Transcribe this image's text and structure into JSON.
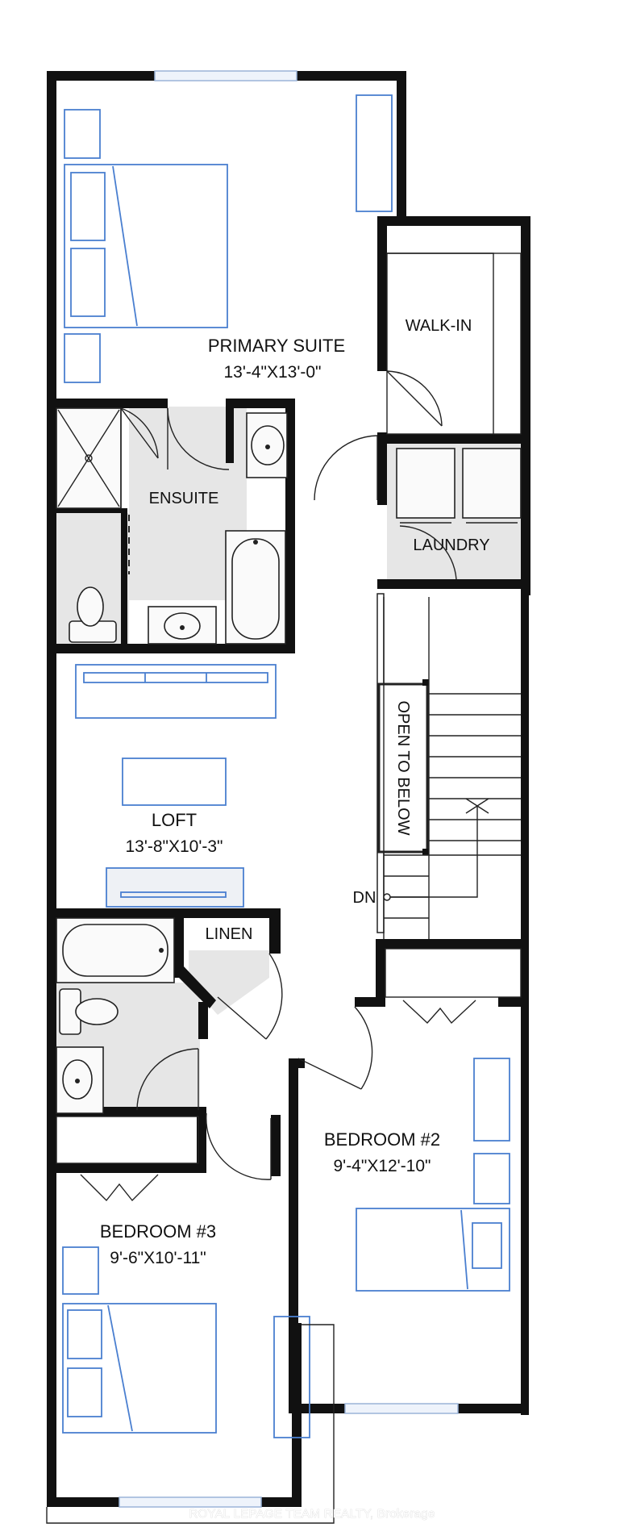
{
  "rooms": {
    "primary_suite": {
      "name": "PRIMARY SUITE",
      "dims": "13'-4\"X13'-0\""
    },
    "walk_in": {
      "name": "WALK-IN"
    },
    "ensuite": {
      "name": "ENSUITE"
    },
    "laundry": {
      "name": "LAUNDRY"
    },
    "open_to_below": {
      "name": "OPEN TO BELOW"
    },
    "loft": {
      "name": "LOFT",
      "dims": "13'-8\"X10'-3\""
    },
    "linen": {
      "name": "LINEN"
    },
    "bedroom2": {
      "name": "BEDROOM #2",
      "dims": "9'-4\"X12'-10\""
    },
    "bedroom3": {
      "name": "BEDROOM #3",
      "dims": "9'-6\"X10'-11\""
    }
  },
  "stairs": {
    "direction_label": "DN"
  },
  "watermark": "ROYAL LEPAGE TEAM REALTY, Brokerage",
  "colors": {
    "wall": "#111111",
    "furniture": "#4a7fd0",
    "window": "#9bb4d8",
    "wet_area": "#e6e6e6"
  }
}
